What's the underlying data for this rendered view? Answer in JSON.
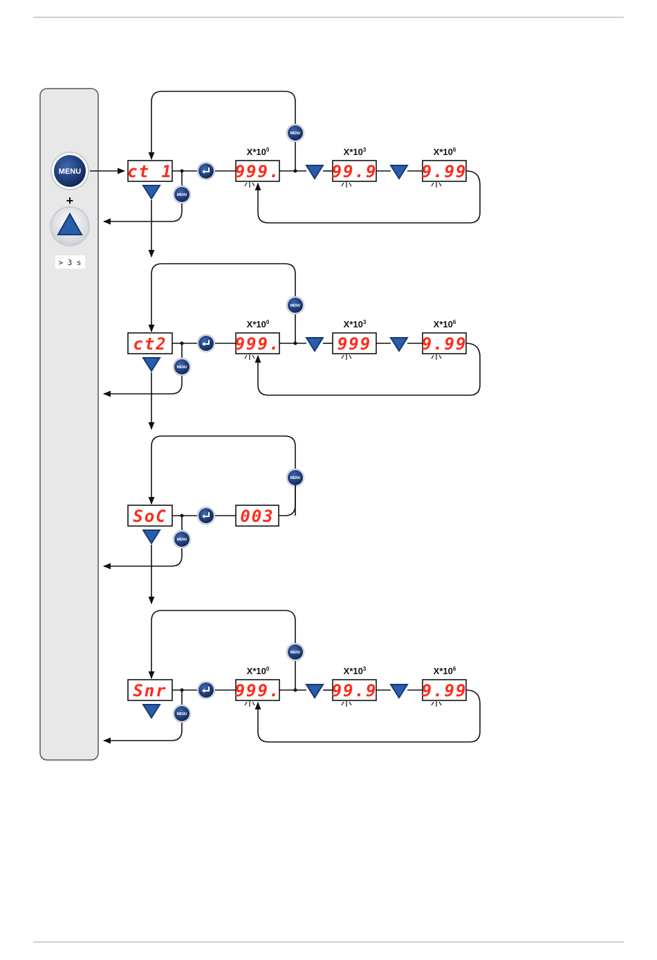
{
  "side_panel": {
    "menu_label": "MENU",
    "plus": "+",
    "hold_time": "> 3 s"
  },
  "button_labels": {
    "menu": "MENU"
  },
  "icons": {
    "menu": "menu-button-icon",
    "up": "up-arrow-button-icon",
    "down": "down-arrow-button-icon",
    "enter": "enter-button-icon",
    "blink": "blink-indicator-icon"
  },
  "colors": {
    "led_digits": "#ff2a1a",
    "button_blue": "#1f3f7a",
    "panel_grey": "#e8e8e8"
  },
  "rows": [
    {
      "param": "ct 1",
      "values": [
        {
          "exponent_base": "X*10",
          "exponent_power": "0",
          "display": "999."
        },
        {
          "exponent_base": "X*10",
          "exponent_power": "3",
          "display": "99.9"
        },
        {
          "exponent_base": "X*10",
          "exponent_power": "6",
          "display": "9.99"
        }
      ]
    },
    {
      "param": "ct2",
      "values": [
        {
          "exponent_base": "X*10",
          "exponent_power": "0",
          "display": "999."
        },
        {
          "exponent_base": "X*10",
          "exponent_power": "3",
          "display": "999"
        },
        {
          "exponent_base": "X*10",
          "exponent_power": "6",
          "display": "9.99"
        }
      ]
    },
    {
      "param": "SoC",
      "values": [
        {
          "exponent_base": "",
          "exponent_power": "",
          "display": "003"
        }
      ]
    },
    {
      "param": "Snr",
      "values": [
        {
          "exponent_base": "X*10",
          "exponent_power": "0",
          "display": "999."
        },
        {
          "exponent_base": "X*10",
          "exponent_power": "3",
          "display": "99.9"
        },
        {
          "exponent_base": "X*10",
          "exponent_power": "6",
          "display": "9.99"
        }
      ]
    }
  ]
}
